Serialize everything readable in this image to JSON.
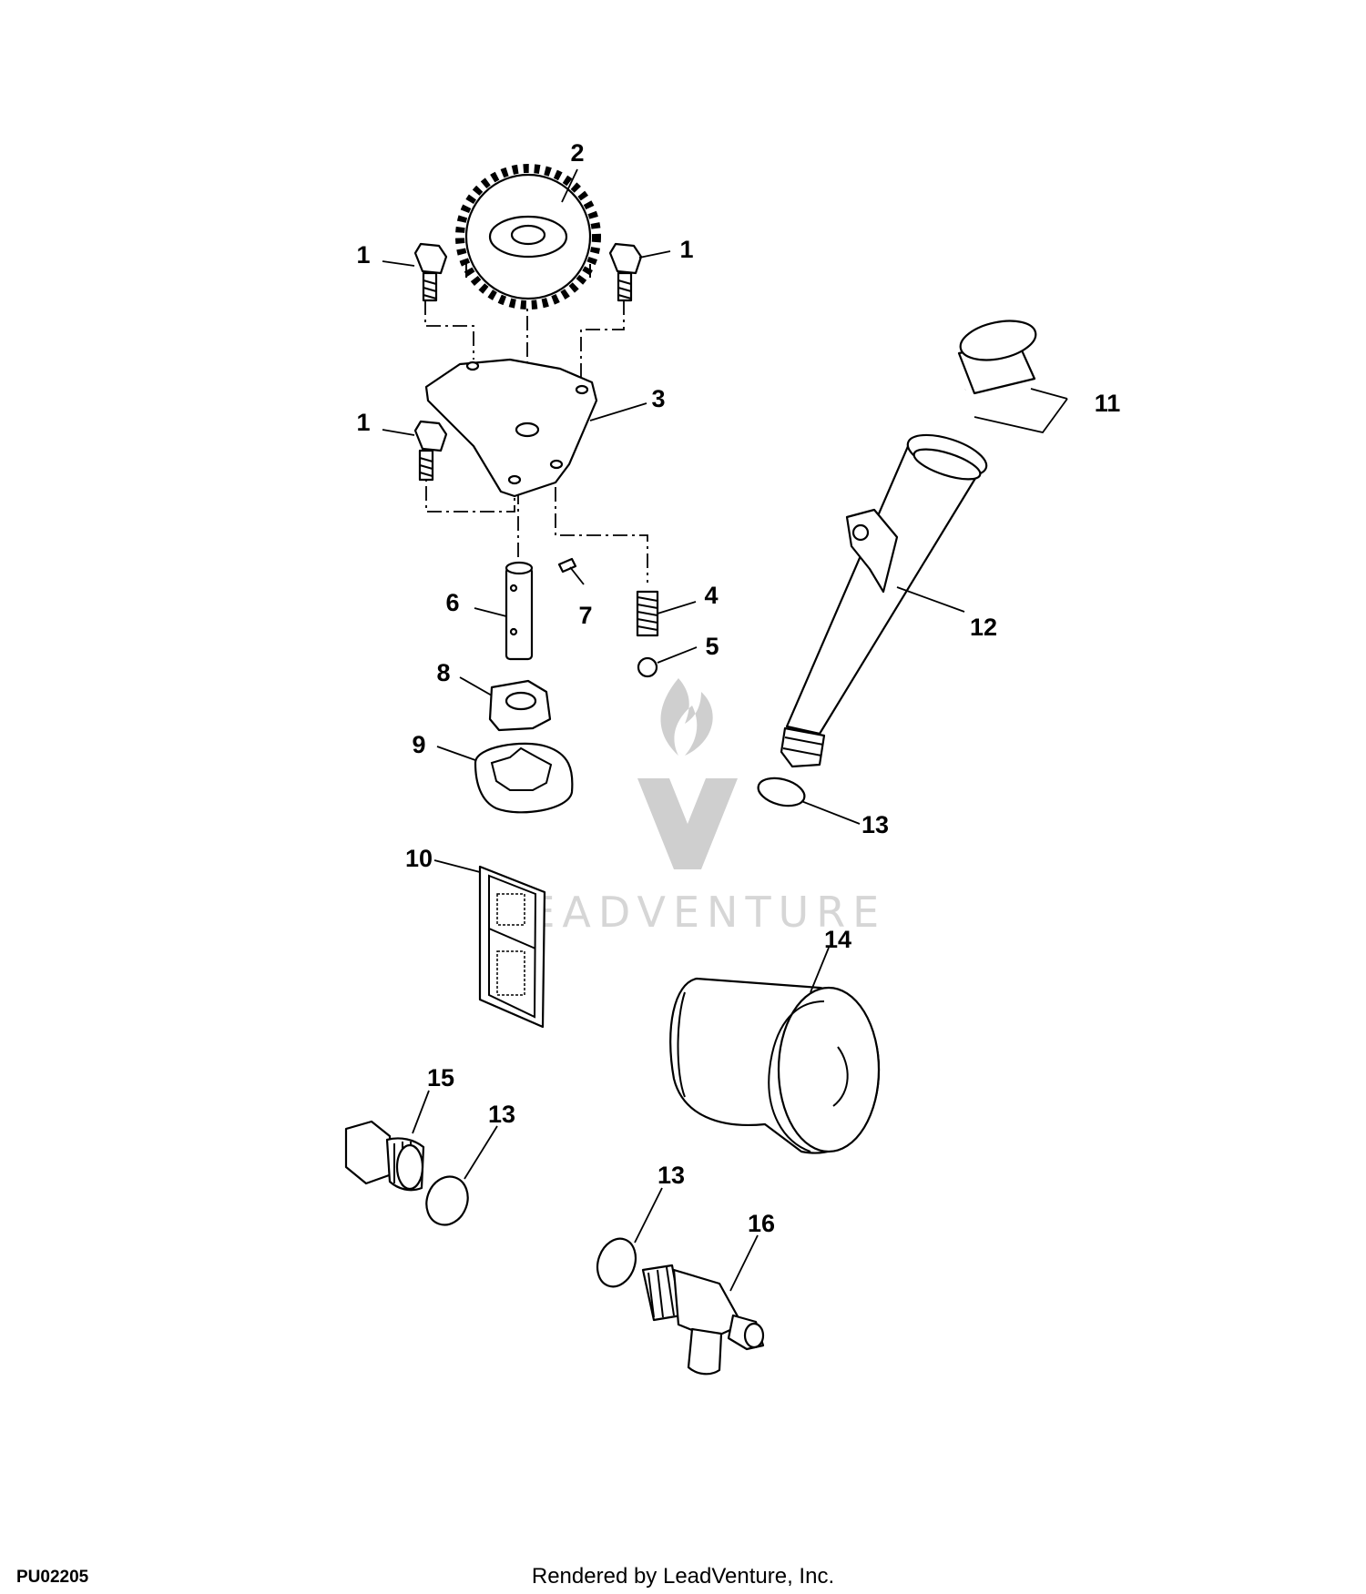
{
  "diagram": {
    "callouts": {
      "bolt_top_left": "1",
      "bolt_top_right": "1",
      "bolt_left": "1",
      "gear": "2",
      "pump_cover": "3",
      "spring": "4",
      "ball": "5",
      "shaft": "6",
      "pin": "7",
      "inner_rotor": "8",
      "outer_rotor": "9",
      "strainer": "10",
      "dipstick": "11",
      "dipstick_tube": "12",
      "oring_tube": "13",
      "oring_plug": "13",
      "oring_fitting": "13",
      "oil_filter": "14",
      "drain_plug": "15",
      "fitting": "16"
    },
    "watermark_text": "LEADVENTURE",
    "figure_code": "PU02205",
    "render_credit": "Rendered by LeadVenture, Inc."
  },
  "colors": {
    "line": "#000000",
    "watermark": "#d0d0d0"
  }
}
